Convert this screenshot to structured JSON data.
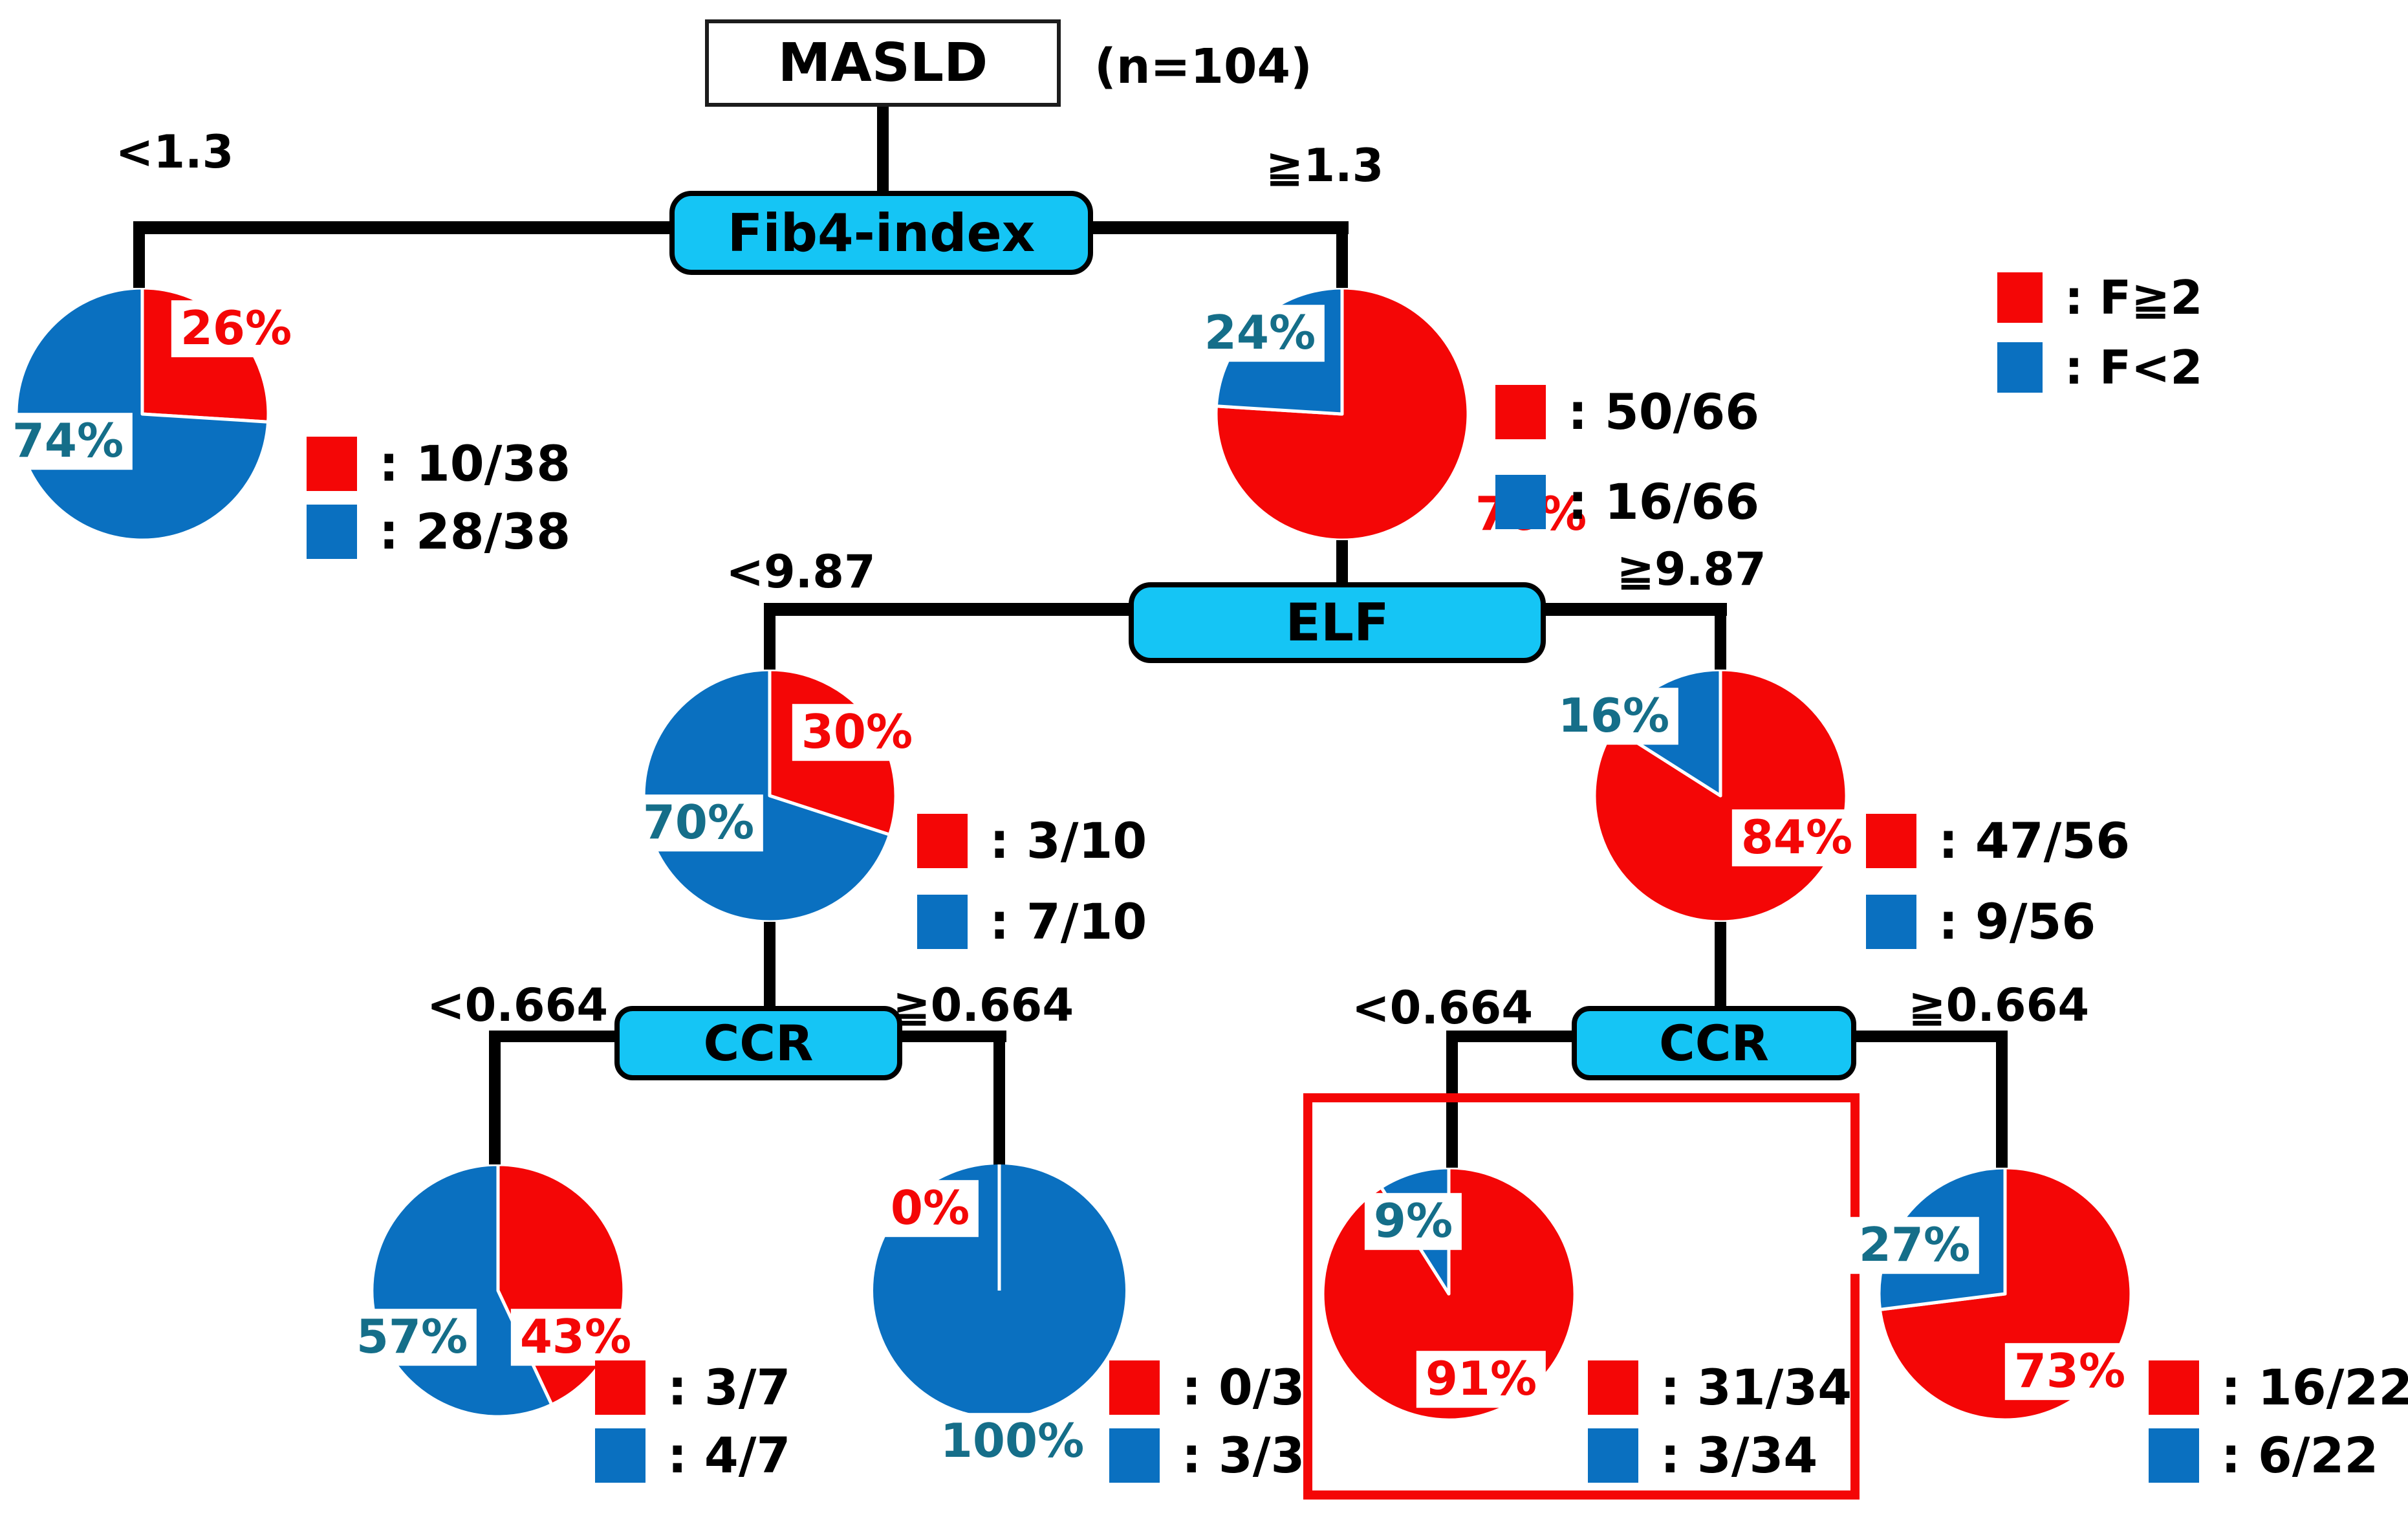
{
  "root": {
    "label": "MASLD",
    "count": "(n=104)"
  },
  "legend": {
    "red": ": F≧2",
    "blue": ": F<2"
  },
  "colors": {
    "red": "#F40606",
    "blue": "#0A70C0",
    "teal": "#156E89",
    "node_fill": "#15C5F5",
    "highlight_box": "#F40000",
    "line": "#000000"
  },
  "nodes": [
    {
      "name": "Fib4-index",
      "label": "Fib4-index",
      "left_branch": "<1.3",
      "right_branch": "≧1.3"
    },
    {
      "name": "ELF",
      "label": "ELF",
      "left_branch": "<9.87",
      "right_branch": "≧9.87"
    },
    {
      "name": "CCR-left",
      "label": "CCR",
      "left_branch": "<0.664",
      "right_branch": "≧0.664"
    },
    {
      "name": "CCR-right",
      "label": "CCR",
      "left_branch": "<0.664",
      "right_branch": "≧0.664"
    }
  ],
  "pies": [
    {
      "name": "fib4-under-1.3",
      "red_value": 26,
      "blue_value": 74,
      "red_pct": "26%",
      "blue_pct": "74%",
      "red_frac": ": 10/38",
      "blue_frac": ": 28/38"
    },
    {
      "name": "fib4-over-1.3",
      "red_value": 76,
      "blue_value": 24,
      "red_pct": "76%",
      "blue_pct": "24%",
      "red_frac": ": 50/66",
      "blue_frac": ": 16/66"
    },
    {
      "name": "elf-under-9.87",
      "red_value": 30,
      "blue_value": 70,
      "red_pct": "30%",
      "blue_pct": "70%",
      "red_frac": ": 3/10",
      "blue_frac": ": 7/10"
    },
    {
      "name": "elf-over-9.87",
      "red_value": 84,
      "blue_value": 16,
      "red_pct": "84%",
      "blue_pct": "16%",
      "red_frac": ": 47/56",
      "blue_frac": ": 9/56"
    },
    {
      "name": "ccrL-under-0.664",
      "red_value": 43,
      "blue_value": 57,
      "red_pct": "43%",
      "blue_pct": "57%",
      "red_frac": ": 3/7",
      "blue_frac": ": 4/7"
    },
    {
      "name": "ccrL-over-0.664",
      "red_value": 0,
      "blue_value": 100,
      "red_pct": "0%",
      "blue_pct": "100%",
      "red_frac": ": 0/3",
      "blue_frac": ": 3/3"
    },
    {
      "name": "ccrR-under-0.664",
      "red_value": 91,
      "blue_value": 9,
      "red_pct": "91%",
      "blue_pct": "9%",
      "red_frac": ": 31/34",
      "blue_frac": ": 3/34"
    },
    {
      "name": "ccrR-over-0.664",
      "red_value": 73,
      "blue_value": 27,
      "red_pct": "73%",
      "blue_pct": "27%",
      "red_frac": ": 16/22",
      "blue_frac": ": 6/22"
    }
  ]
}
